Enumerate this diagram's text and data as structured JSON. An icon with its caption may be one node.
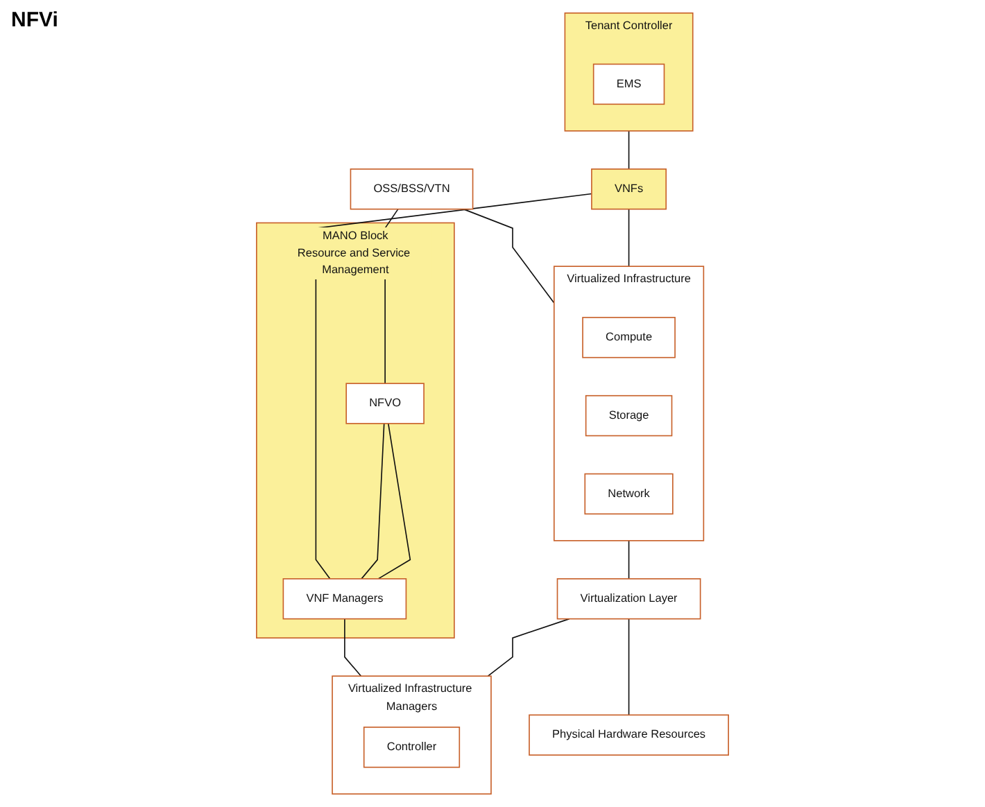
{
  "diagram": {
    "nodes": [
      {
        "text": [
          "OSS/BSS/VTN"
        ]
      },
      {
        "text": [
          "Tenant Controller"
        ]
      },
      {
        "text": [
          "EMS"
        ],
        "in": 1
      },
      {
        "text": [
          "VNFs"
        ]
      },
      {
        "text": [
          "MANO Block",
          "Resource and Service Management"
        ]
      },
      {
        "text": [
          "NFVO"
        ],
        "in": 4
      },
      {
        "text": [
          "VNF Managers"
        ],
        "in": 4
      },
      {
        "text": [
          "Virtualized Infrastructure"
        ]
      },
      {
        "text": [
          "Compute"
        ],
        "in": 7
      },
      {
        "text": [
          "Storage"
        ],
        "in": 7
      },
      {
        "text": [
          "Network"
        ],
        "in": 7
      },
      {
        "text": [
          "Virtualization Layer"
        ]
      },
      {
        "text": [
          "Physical Hardware Resources"
        ]
      },
      {
        "text": [
          "Virtualized Infrastructure Managers"
        ]
      },
      {
        "text": [
          "Controller"
        ],
        "in": 13
      }
    ],
    "edges": [
      {
        "from": 0,
        "to": 7,
        "arrow": "none"
      },
      {
        "from": 0,
        "to": 5,
        "arrow": "none"
      },
      {
        "from": 1,
        "to": 3,
        "arrow": "none"
      },
      {
        "from": 3,
        "to": 6,
        "arrow": "none"
      },
      {
        "from": 5,
        "to": 6,
        "arrow": "none"
      },
      {
        "from": 5,
        "to": 6,
        "arrow": "none"
      },
      {
        "from": 6,
        "to": 13,
        "arrow": "none"
      },
      {
        "from": 3,
        "to": 7,
        "arrow": "none"
      },
      {
        "from": 7,
        "to": 11,
        "arrow": "none"
      },
      {
        "from": 11,
        "to": 13,
        "arrow": "none"
      },
      {
        "from": 11,
        "to": 12,
        "arrow": "none"
      }
    ],
    "labels": [
      "NFVi"
    ]
  }
}
